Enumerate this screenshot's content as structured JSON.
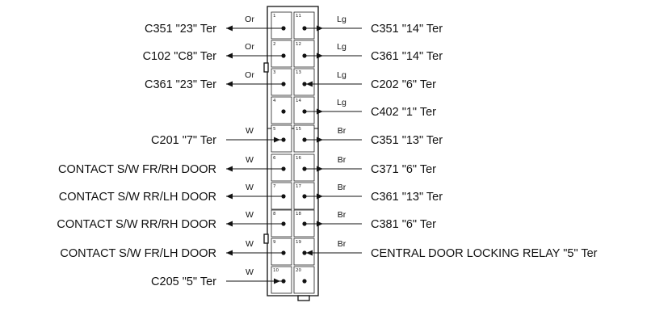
{
  "title": "",
  "connector": {
    "left_pins": [
      "1",
      "2",
      "3",
      "4",
      "5",
      "6",
      "7",
      "8",
      "9",
      "10"
    ],
    "right_pins": [
      "11",
      "12",
      "13",
      "14",
      "15",
      "16",
      "17",
      "18",
      "19",
      "20"
    ]
  },
  "left_wires": [
    {
      "label": "C351 \"23\" Ter",
      "color": "Or",
      "dir": "out"
    },
    {
      "label": "C102 \"C8\"  Ter",
      "color": "Or",
      "dir": "out"
    },
    {
      "label": "C361 \"23\" Ter",
      "color": "Or",
      "dir": "out"
    },
    {
      "label": "",
      "color": "",
      "dir": ""
    },
    {
      "label": "C201 \"7\" Ter",
      "color": "W",
      "dir": "in"
    },
    {
      "label": "CONTACT S/W FR/RH DOOR",
      "color": "W",
      "dir": "out"
    },
    {
      "label": "CONTACT S/W RR/LH DOOR",
      "color": "W",
      "dir": "out"
    },
    {
      "label": "CONTACT S/W RR/RH DOOR",
      "color": "W",
      "dir": "out"
    },
    {
      "label": "CONTACT S/W FR/LH DOOR",
      "color": "W",
      "dir": "out"
    },
    {
      "label": "C205 \"5\" Ter",
      "color": "W",
      "dir": "in"
    }
  ],
  "right_wires": [
    {
      "label": "C351 \"14\" Ter",
      "color": "Lg",
      "dir": "out"
    },
    {
      "label": "C361 \"14\" Ter",
      "color": "Lg",
      "dir": "out"
    },
    {
      "label": "C202 \"6\" Ter",
      "color": "Lg",
      "dir": "in"
    },
    {
      "label": "C402 \"1\" Ter",
      "color": "Lg",
      "dir": "out"
    },
    {
      "label": "C351 \"13\" Ter",
      "color": "Br",
      "dir": "out"
    },
    {
      "label": "C371 \"6\" Ter",
      "color": "Br",
      "dir": "out"
    },
    {
      "label": "C361 \"13\" Ter",
      "color": "Br",
      "dir": "out"
    },
    {
      "label": "C381 \"6\" Ter",
      "color": "Br",
      "dir": "out"
    },
    {
      "label": "CENTRAL DOOR LOCKING RELAY \"5\" Ter",
      "color": "Br",
      "dir": "in"
    },
    {
      "label": "",
      "color": "",
      "dir": ""
    }
  ]
}
